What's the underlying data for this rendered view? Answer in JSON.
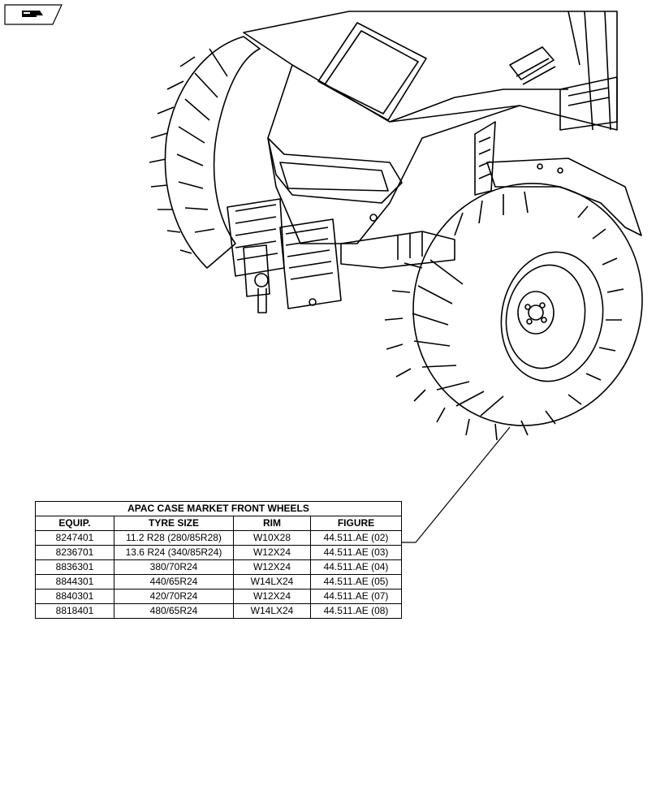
{
  "badge": {
    "icon": "reference-book-icon"
  },
  "illustration": {
    "subject": "tractor-front-wheel-icon"
  },
  "table": {
    "title": "APAC CASE MARKET FRONT WHEELS",
    "headers": [
      "EQUIP.",
      "TYRE SIZE",
      "RIM",
      "FIGURE"
    ],
    "rows": [
      [
        "8247401",
        "11.2 R28 (280/85R28)",
        "W10X28",
        "44.511.AE (02)"
      ],
      [
        "8236701",
        "13.6 R24 (340/85R24)",
        "W12X24",
        "44.511.AE (03)"
      ],
      [
        "8836301",
        "380/70R24",
        "W12X24",
        "44.511.AE (04)"
      ],
      [
        "8844301",
        "440/65R24",
        "W14LX24",
        "44.511.AE (05)"
      ],
      [
        "8840301",
        "420/70R24",
        "W12X24",
        "44.511.AE (07)"
      ],
      [
        "8818401",
        "480/65R24",
        "W14LX24",
        "44.511.AE (08)"
      ]
    ]
  }
}
